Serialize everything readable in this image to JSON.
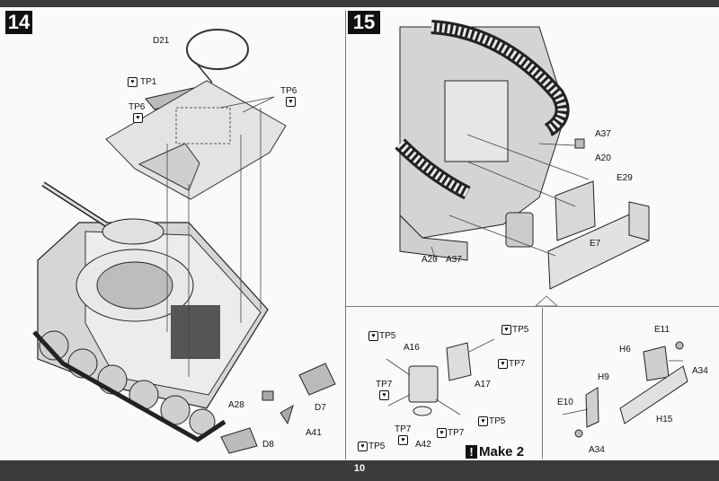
{
  "steps": {
    "left": "14",
    "right": "15"
  },
  "page_number": "10",
  "step14_labels": {
    "d21": "D21",
    "tp1": "TP1",
    "tp6a": "TP6",
    "tp6b": "TP6",
    "a28": "A28",
    "d7": "D7",
    "a41": "A41",
    "d8": "D8"
  },
  "step15_labels": {
    "a37a": "A37",
    "a20a": "A20",
    "e29": "E29",
    "e7": "E7",
    "a20b": "A20",
    "a37b": "A37"
  },
  "sub_left_labels": {
    "tp5a": "TP5",
    "tp5b": "TP5",
    "a16": "A16",
    "tp7a": "TP7",
    "tp7b": "TP7",
    "a17": "A17",
    "tp7c": "TP7",
    "a42": "A42",
    "tp7d": "TP7",
    "tp5c": "TP5",
    "tp5d": "TP5",
    "make": "Make 2"
  },
  "sub_right_labels": {
    "e11": "E11",
    "h6": "H6",
    "a34a": "A34",
    "h9": "H9",
    "e10": "E10",
    "h15": "H15",
    "a34b": "A34"
  },
  "colors": {
    "bar": "#3b3b3b",
    "ink": "#111111"
  }
}
